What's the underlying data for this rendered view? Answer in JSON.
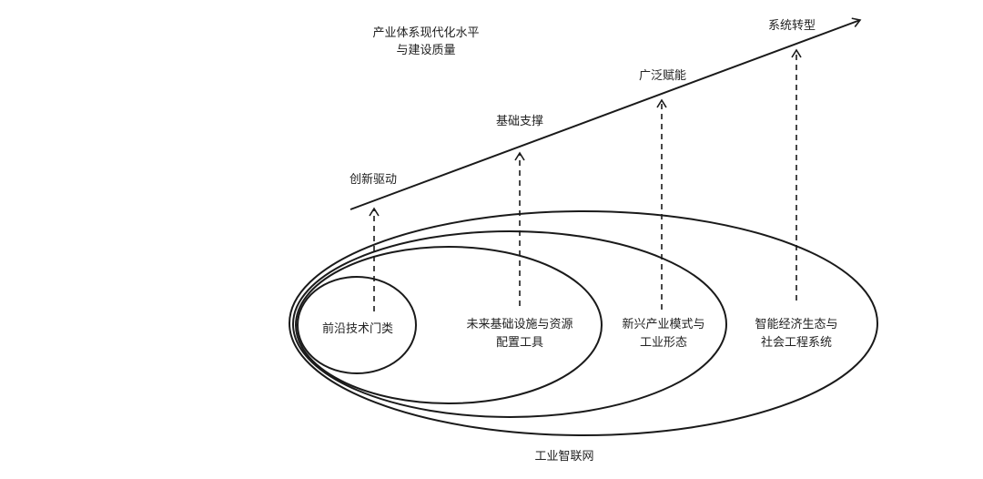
{
  "title": {
    "line1": "产业体系现代化水平",
    "line2": "与建设质量"
  },
  "stages": [
    "创新驱动",
    "基础支撑",
    "广泛赋能",
    "系统转型"
  ],
  "layers": [
    {
      "line1": "前沿技术门类",
      "line2": ""
    },
    {
      "line1": "未来基础设施与资源",
      "line2": "配置工具"
    },
    {
      "line1": "新兴产业模式与",
      "line2": "工业形态"
    },
    {
      "line1": "智能经济生态与",
      "line2": "社会工程系统"
    }
  ],
  "base_label": "工业智联网",
  "colors": {
    "stroke": "#1a1a1a",
    "background": "#ffffff"
  }
}
